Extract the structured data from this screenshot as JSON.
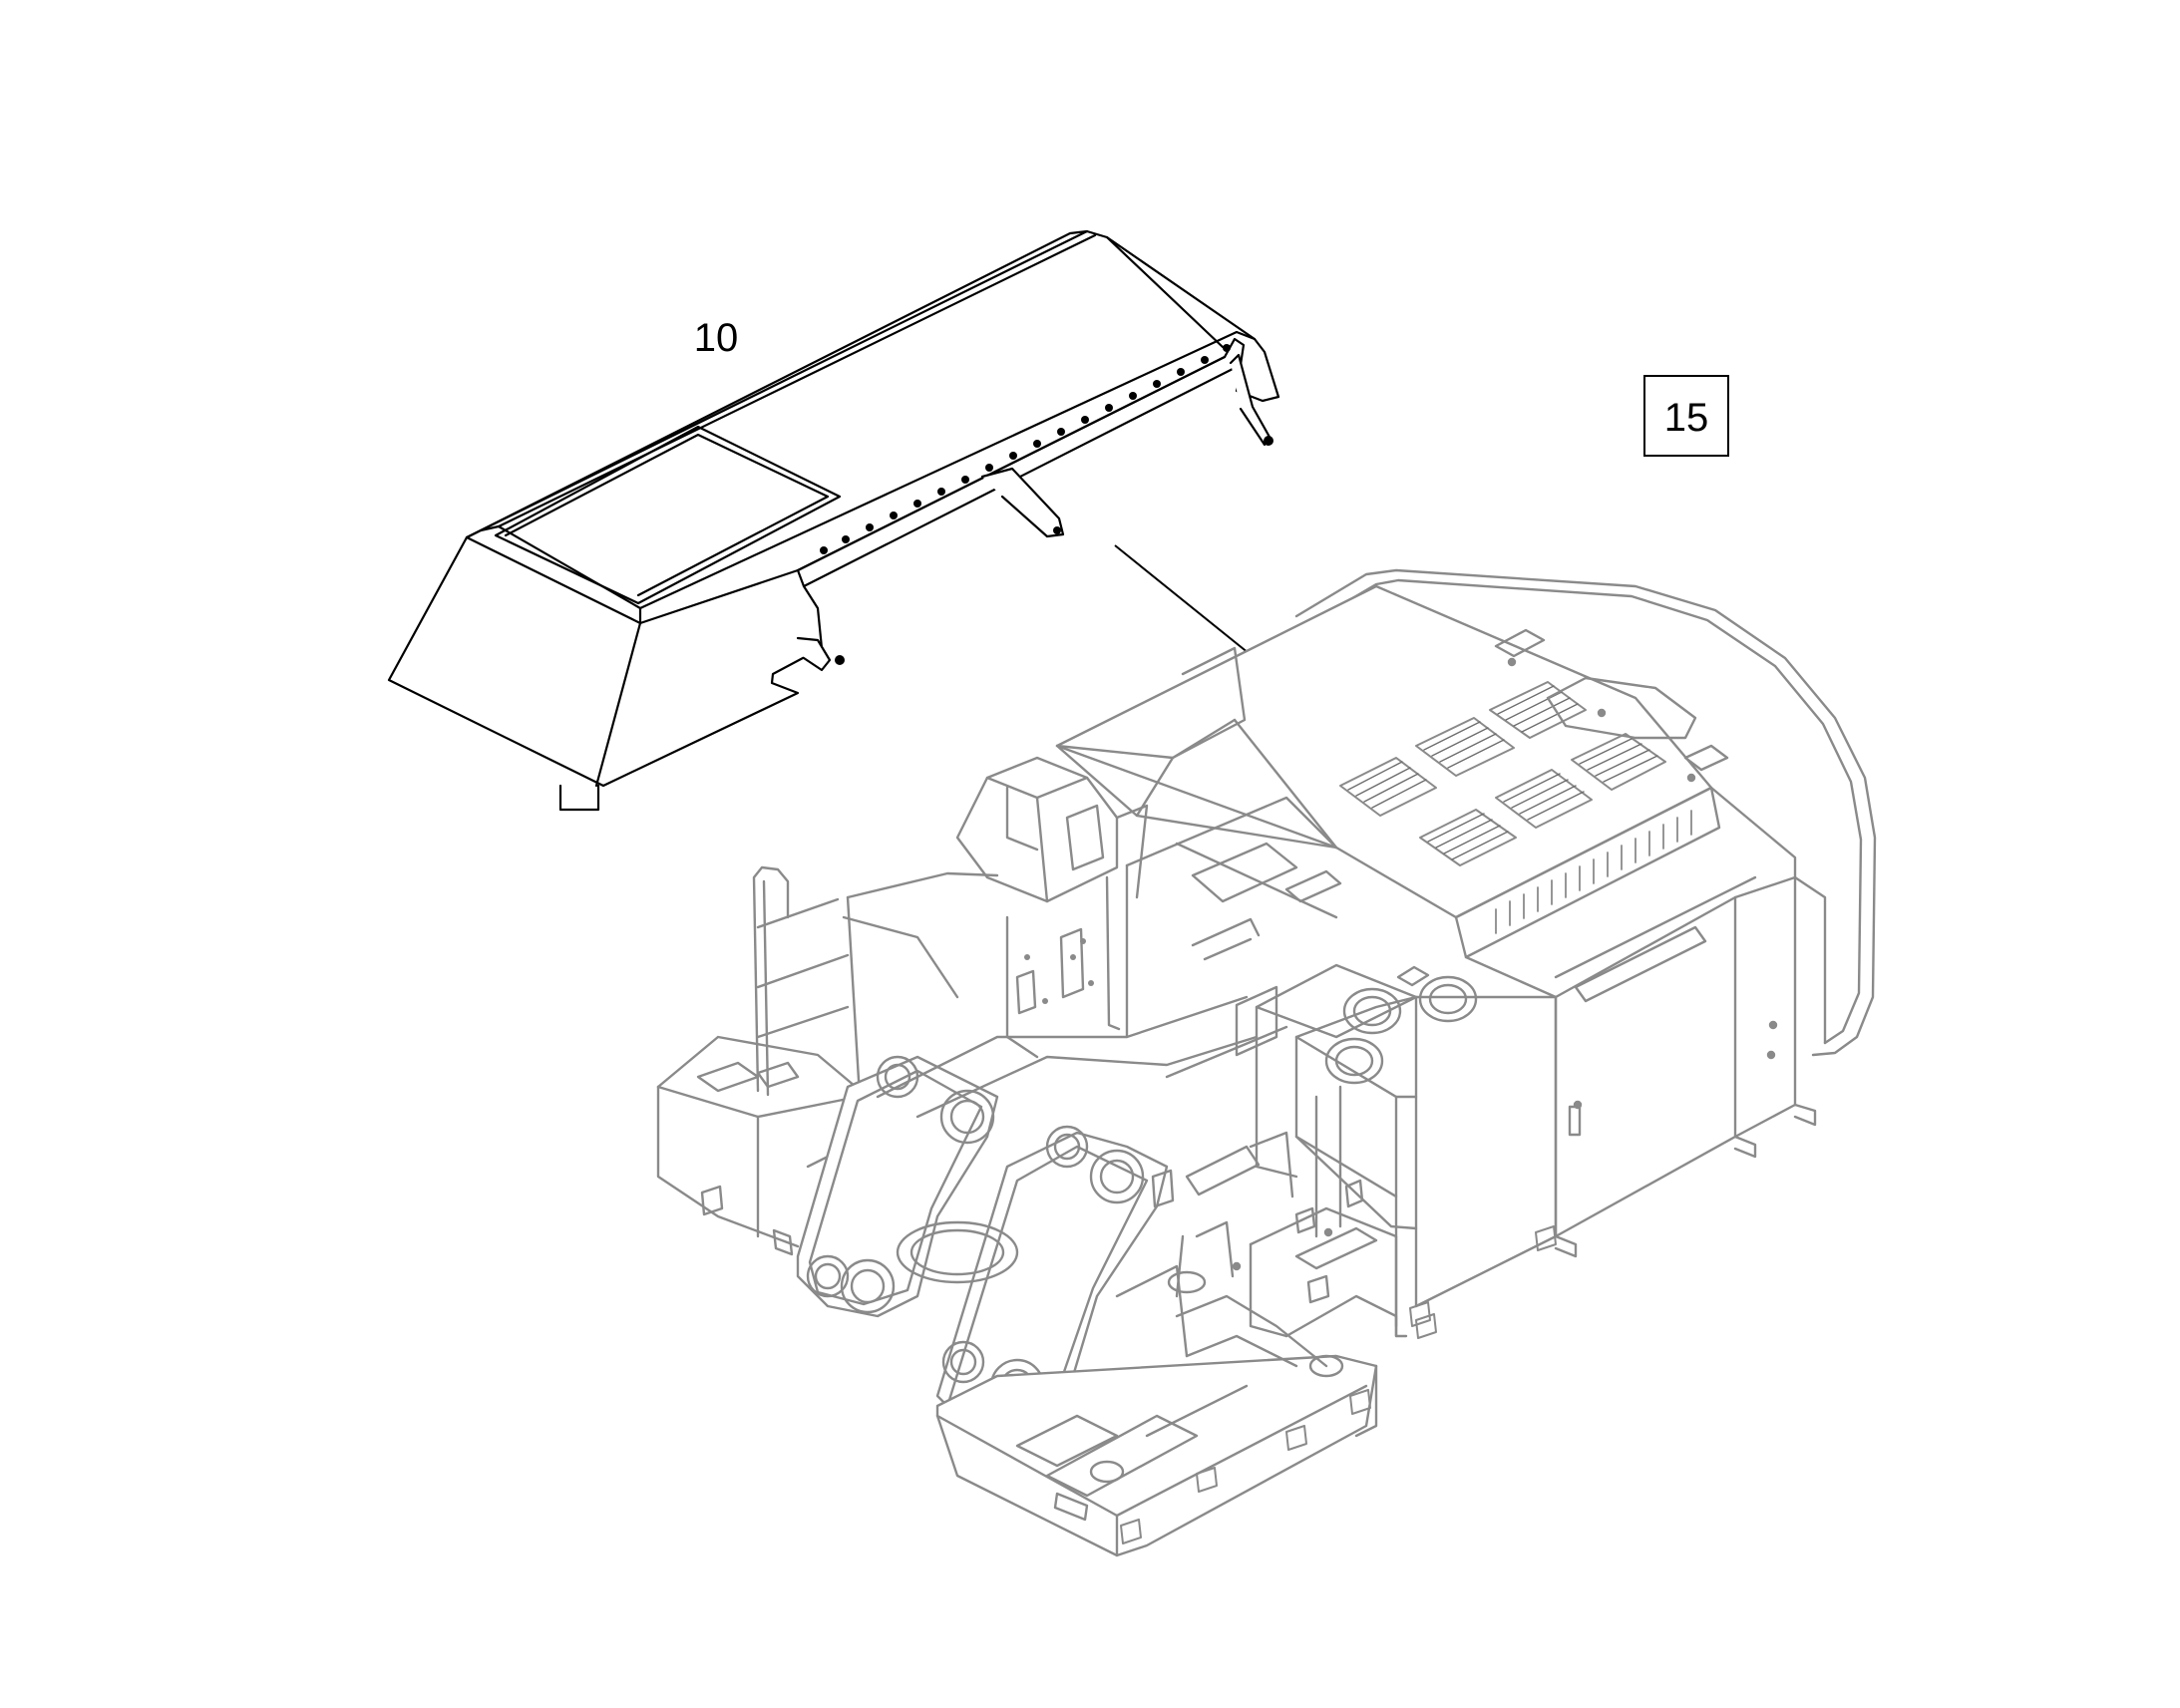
{
  "callouts": {
    "part_label": "10",
    "figure_label": "15"
  },
  "colors": {
    "line": "#000000",
    "machine_line": "#8a8a8a",
    "background": "#ffffff"
  },
  "icons": {
    "part": "engine-hood-cover",
    "assembly": "excavator-upper-frame"
  }
}
